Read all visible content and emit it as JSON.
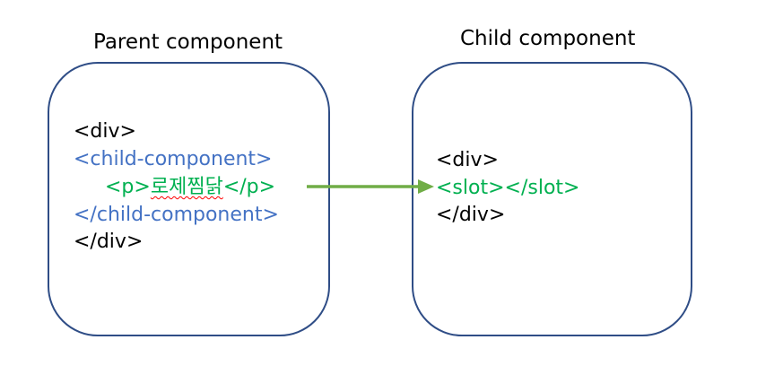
{
  "parent": {
    "title": "Parent component",
    "lines": {
      "open_div": "<div>",
      "open_child": "<child-component>",
      "p_open": "<p>",
      "p_text": "로제찜닭",
      "p_close": "</p>",
      "close_child": "</child-component>",
      "close_div": "</div>"
    }
  },
  "child": {
    "title": "Child component",
    "lines": {
      "open_div": "<div>",
      "slot": "<slot></slot>",
      "close_div": "</div>"
    }
  },
  "colors": {
    "box_border": "#2f4d86",
    "tag_blue": "#4472c4",
    "tag_green": "#00b050",
    "arrow_green": "#70ad47"
  },
  "icons": {
    "arrow": "right-arrow-icon"
  }
}
